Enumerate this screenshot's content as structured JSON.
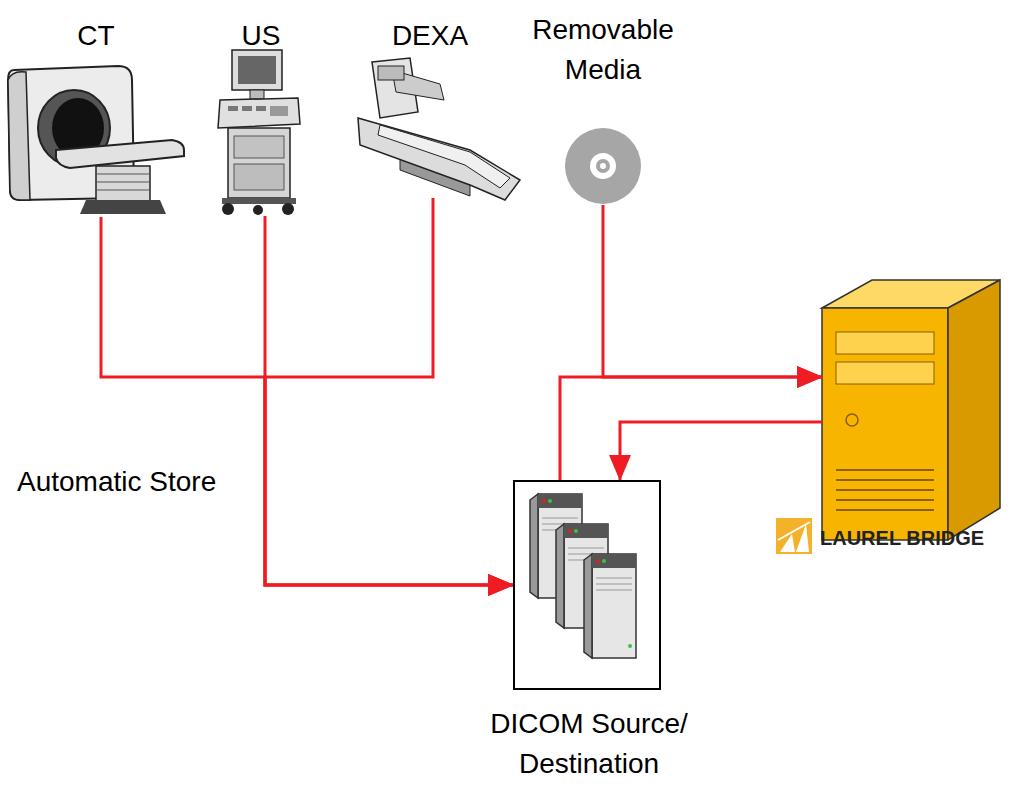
{
  "diagram": {
    "nodes": [
      {
        "text": [
          "CT"
        ]
      },
      {
        "text": [
          "US"
        ]
      },
      {
        "text": [
          "DEXA"
        ]
      },
      {
        "text": [
          "Removable Media"
        ]
      },
      {
        "text": [
          "DICOM Source/ Destination"
        ]
      },
      {
        "text": [
          "LAUREL BRIDGE"
        ]
      }
    ],
    "edges": [
      {
        "from": 0,
        "to": 4,
        "arrow": "to"
      },
      {
        "from": 1,
        "to": 4,
        "arrow": "to"
      },
      {
        "from": 2,
        "to": 4,
        "arrow": "to"
      },
      {
        "from": 3,
        "to": 5,
        "arrow": "to"
      },
      {
        "from": 4,
        "to": 5,
        "arrow": "to"
      },
      {
        "from": 5,
        "to": 4,
        "arrow": "to"
      }
    ],
    "labels": [
      "Automatic Store"
    ]
  }
}
